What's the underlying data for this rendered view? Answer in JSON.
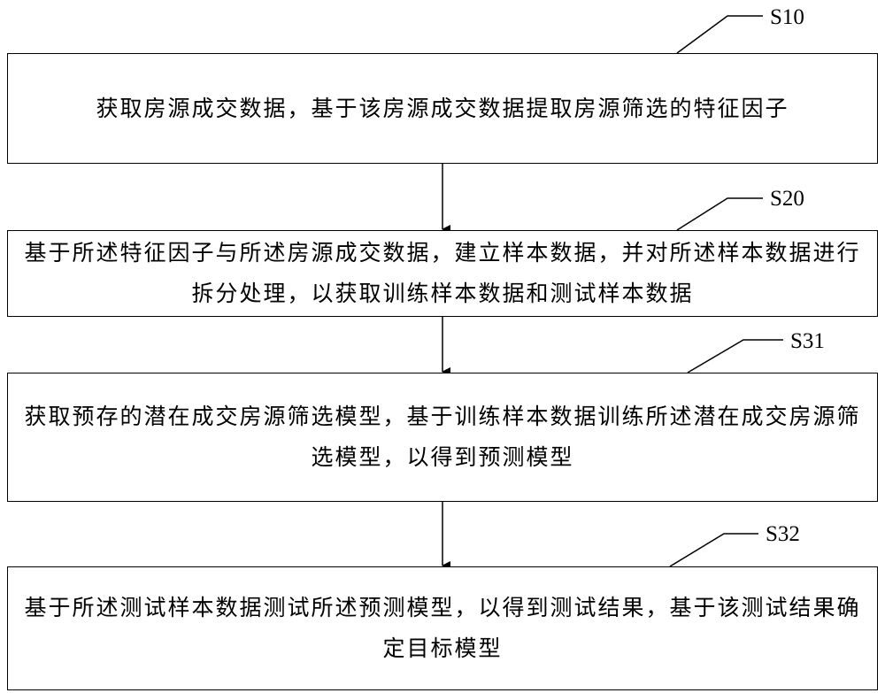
{
  "steps": [
    {
      "id": "S10",
      "text": "获取房源成交数据，基于该房源成交数据提取房源筛选的特征因子"
    },
    {
      "id": "S20",
      "text": "基于所述特征因子与所述房源成交数据，建立样本数据，并对所述样本数据进行拆分处理，以获取训练样本数据和测试样本数据"
    },
    {
      "id": "S31",
      "text": "获取预存的潜在成交房源筛选模型，基于训练样本数据训练所述潜在成交房源筛选模型，以得到预测模型"
    },
    {
      "id": "S32",
      "text": "基于所述测试样本数据测试所述预测模型，以得到测试结果，基于该测试结果确定目标模型"
    }
  ]
}
